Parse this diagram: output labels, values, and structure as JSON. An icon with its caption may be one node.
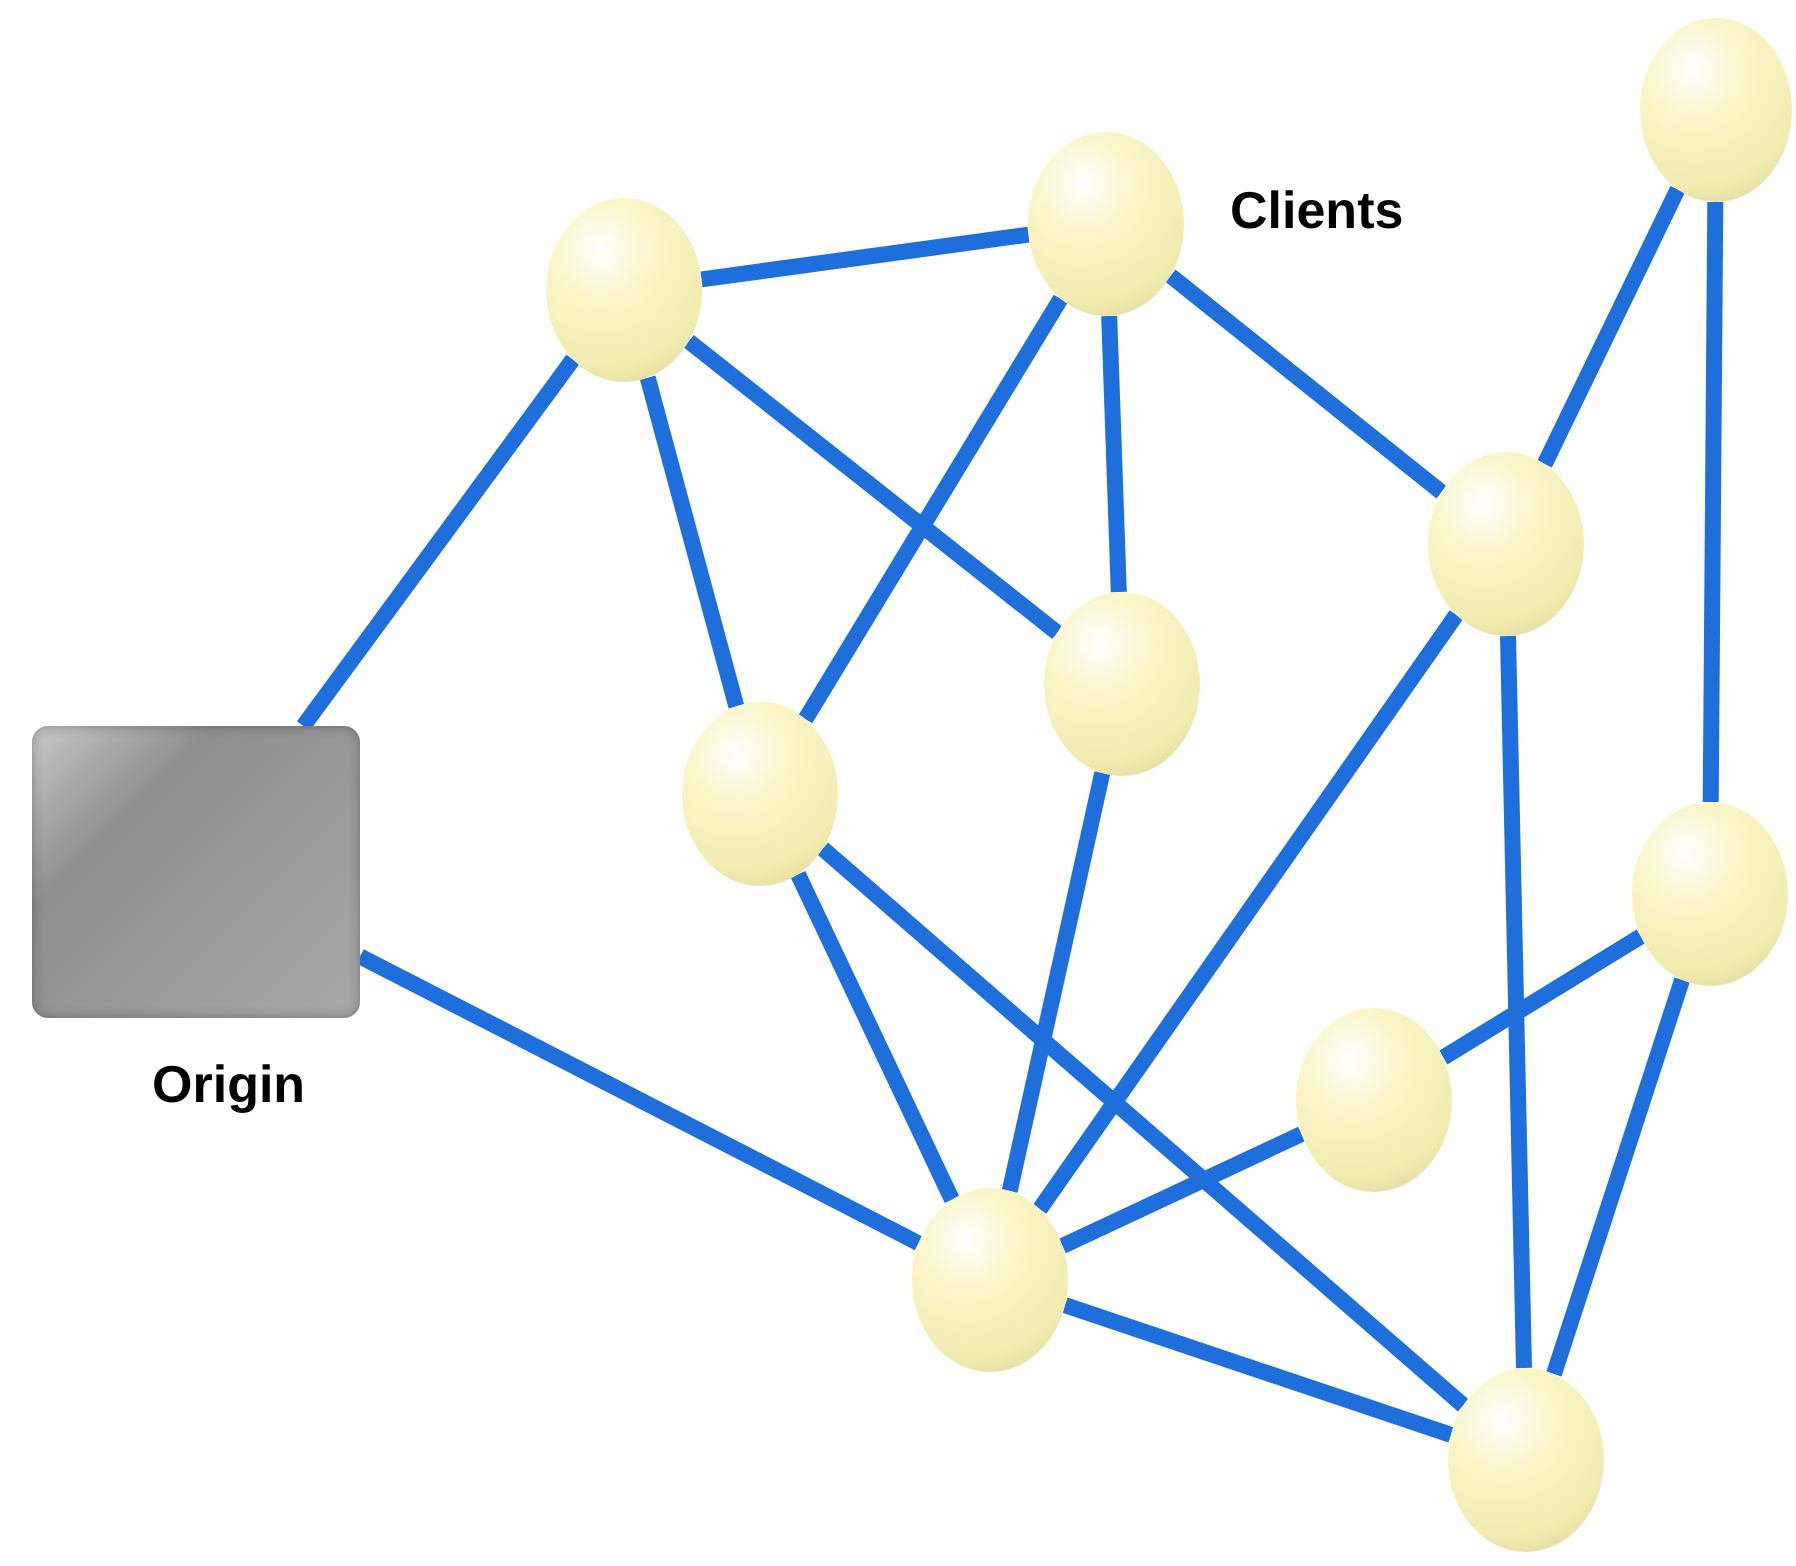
{
  "diagram": {
    "nodes": [
      {
        "text": [
          "Origin"
        ]
      },
      {
        "text": [],
        "shape": "circle"
      },
      {
        "text": [],
        "shape": "circle"
      },
      {
        "text": [],
        "shape": "circle"
      },
      {
        "text": [],
        "shape": "circle"
      },
      {
        "text": [],
        "shape": "circle"
      },
      {
        "text": [],
        "shape": "circle"
      },
      {
        "text": [],
        "shape": "circle"
      },
      {
        "text": [],
        "shape": "circle"
      },
      {
        "text": [],
        "shape": "circle"
      },
      {
        "text": [],
        "shape": "circle"
      }
    ],
    "edges": [
      {
        "from": 0,
        "to": 1,
        "arrow": "none"
      },
      {
        "from": 0,
        "to": 9,
        "arrow": "none"
      },
      {
        "from": 1,
        "to": 2,
        "arrow": "none"
      },
      {
        "from": 1,
        "to": 6,
        "arrow": "none"
      },
      {
        "from": 1,
        "to": 5,
        "arrow": "none"
      },
      {
        "from": 2,
        "to": 6,
        "arrow": "none"
      },
      {
        "from": 2,
        "to": 5,
        "arrow": "none"
      },
      {
        "from": 2,
        "to": 4,
        "arrow": "none"
      },
      {
        "from": 3,
        "to": 4,
        "arrow": "none"
      },
      {
        "from": 3,
        "to": 7,
        "arrow": "none"
      },
      {
        "from": 4,
        "to": 9,
        "arrow": "none"
      },
      {
        "from": 4,
        "to": 10,
        "arrow": "none"
      },
      {
        "from": 5,
        "to": 9,
        "arrow": "none"
      },
      {
        "from": 6,
        "to": 9,
        "arrow": "none"
      },
      {
        "from": 6,
        "to": 10,
        "arrow": "none"
      },
      {
        "from": 7,
        "to": 8,
        "arrow": "none"
      },
      {
        "from": 8,
        "to": 9,
        "arrow": "none"
      },
      {
        "from": 7,
        "to": 10,
        "arrow": "none"
      },
      {
        "from": 9,
        "to": 10,
        "arrow": "none"
      }
    ],
    "labels": [
      "Clients"
    ]
  }
}
